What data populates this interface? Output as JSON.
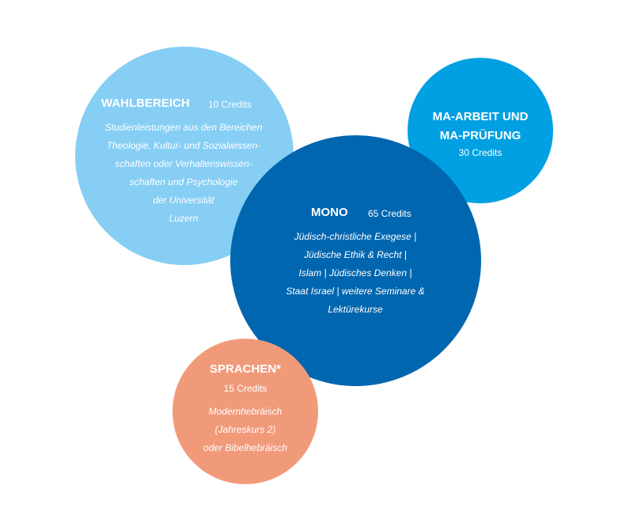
{
  "colors": {
    "wahlbereich": "#86cef4",
    "ma_arbeit": "#00a0e2",
    "mono": "#0066b0",
    "sprachen": "#f19a7a"
  },
  "wahlbereich": {
    "title": "WAHLBEREICH",
    "credits": "10 Credits",
    "lines": [
      "Studienleistungen aus den Bereichen",
      "Theologie, Kultur- und Sozialwissen-",
      "schaften oder Verhaltenswissen-",
      "schaften  und Psychologie",
      "der Universität",
      "Luzern"
    ]
  },
  "ma_arbeit": {
    "title_lines": [
      "MA-ARBEIT UND",
      "MA-PRÜFUNG"
    ],
    "credits": "30 Credits"
  },
  "mono": {
    "title": "MONO",
    "credits": "65 Credits",
    "lines": [
      "Jüdisch-christliche Exegese |",
      "Jüdische Ethik & Recht |",
      "Islam | Jüdisches Denken |",
      "Staat Israel | weitere Seminare &",
      "Lektürekurse"
    ]
  },
  "sprachen": {
    "title": "SPRACHEN*",
    "credits": "15 Credits",
    "lines": [
      "Modernhebräisch",
      "(Jahreskurs 2)",
      "oder Bibelhebräisch"
    ]
  }
}
